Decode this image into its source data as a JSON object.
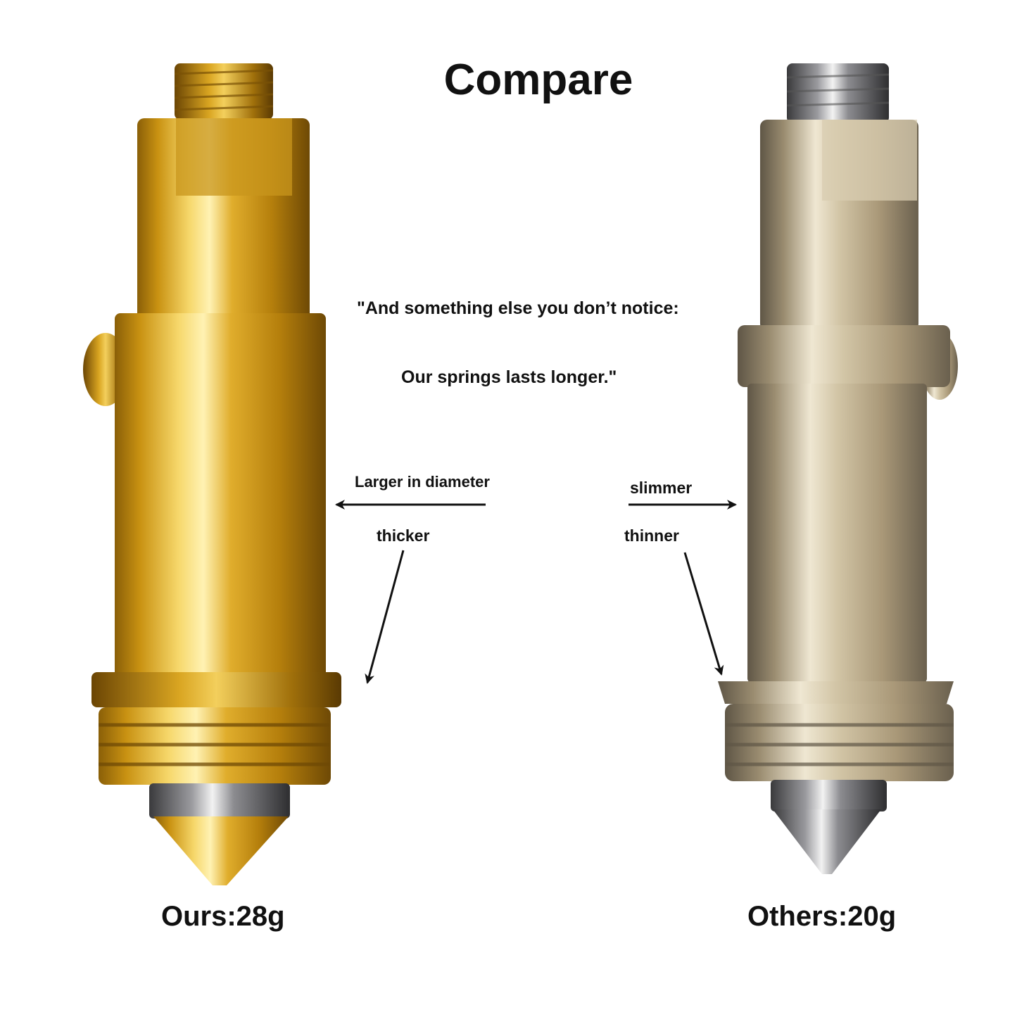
{
  "title": "Compare",
  "quote": {
    "line1": "\"And something else you don’t notice:",
    "line2": "Our springs lasts longer.\""
  },
  "annotations": {
    "left_top": "Larger in diameter",
    "left_bottom": "thicker",
    "right_top": "slimmer",
    "right_bottom": "thinner"
  },
  "captions": {
    "ours": "Ours:28g",
    "others": "Others:20g"
  },
  "colors": {
    "brass_light": "#f6d76a",
    "brass_mid": "#d9a521",
    "brass_dark": "#8a5f08",
    "steel_light": "#efe7d2",
    "steel_mid": "#b9a98a",
    "steel_dark": "#5f5646",
    "chrome_dark": "#3a3a3c"
  }
}
